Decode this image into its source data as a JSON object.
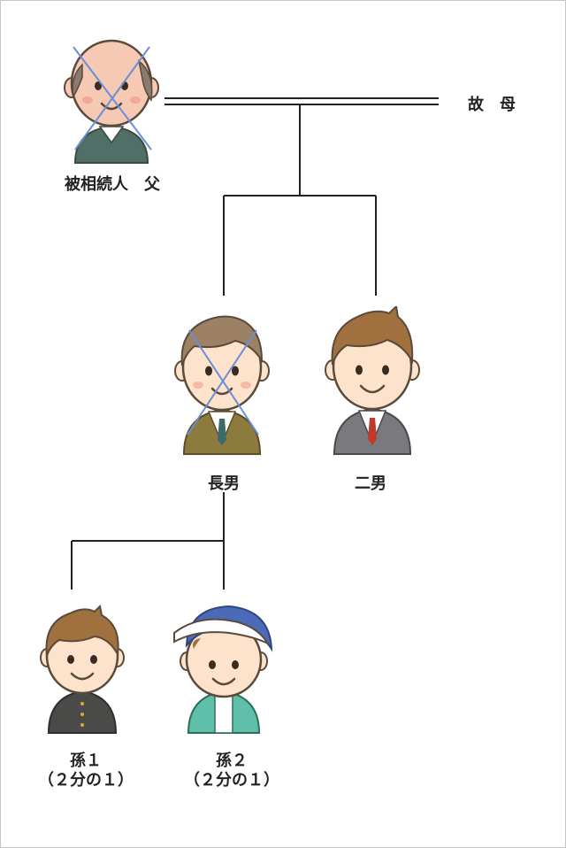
{
  "colors": {
    "line": "#222222",
    "outline": "#5a4a3a",
    "skin": "#fde2cc",
    "cheek": "#f6b9a8",
    "hair_brown": "#a0703e",
    "bald_skin": "#f5c9b4",
    "gray_hair": "#8a7a70",
    "cross": "#6b8fd6"
  },
  "people": {
    "father": {
      "label": "被相続人　父",
      "deceased": true,
      "icon": "elderly-man-icon"
    },
    "mother": {
      "label": "故　母",
      "deceased": true
    },
    "son1": {
      "label": "長男",
      "deceased": true,
      "icon": "man-olive-suit-icon"
    },
    "son2": {
      "label": "二男",
      "deceased": false,
      "icon": "man-gray-suit-icon"
    },
    "grandchild1": {
      "label": "孫１",
      "share": "（２分の１）",
      "icon": "boy-school-uniform-icon"
    },
    "grandchild2": {
      "label": "孫２",
      "share": "（２分の１）",
      "icon": "boy-cap-jacket-icon"
    }
  }
}
